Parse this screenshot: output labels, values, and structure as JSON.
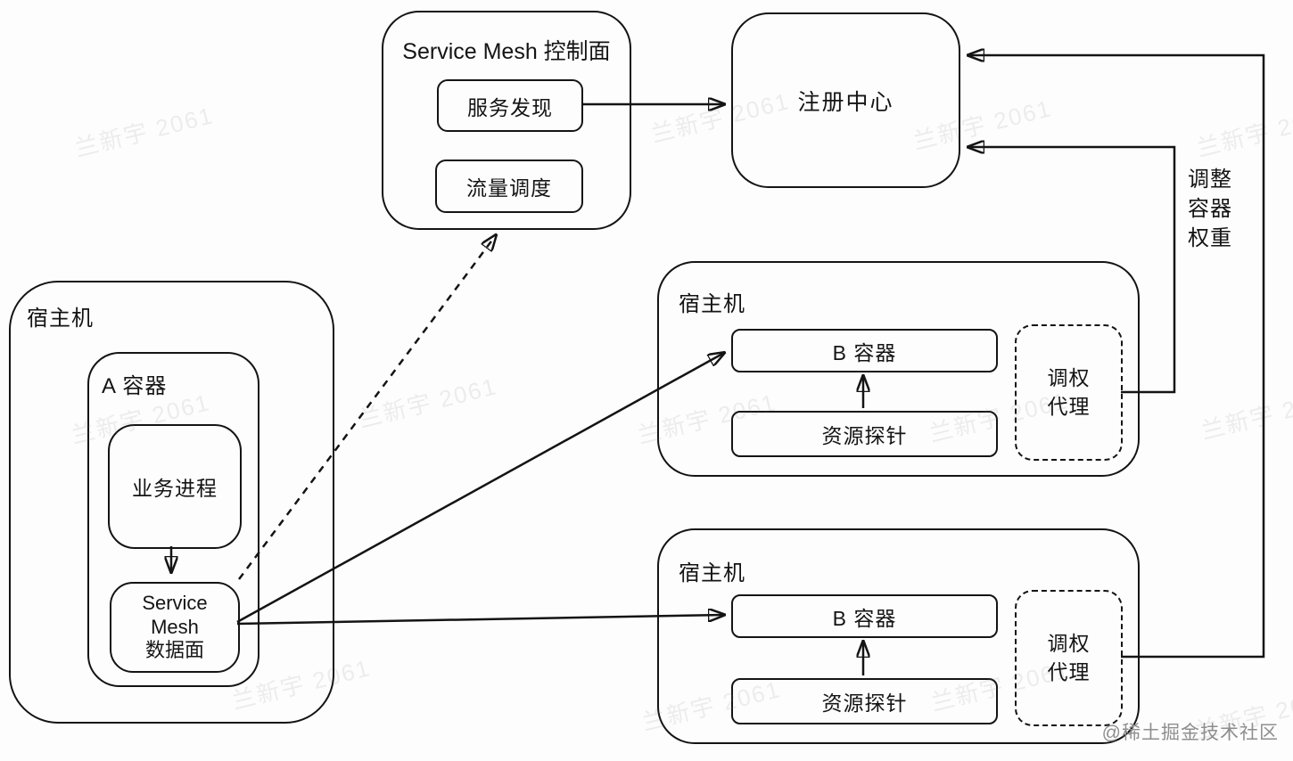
{
  "colors": {
    "background": "#fdfdfd",
    "line": "#141414",
    "watermark_text": "#e9e9e9",
    "credit_text": "#8e8e8e"
  },
  "watermark": {
    "text": "兰新宇 2061"
  },
  "credit": {
    "text": "@稀土掘金技术社区"
  },
  "control_plane": {
    "title": "Service Mesh 控制面",
    "service_discovery": "服务发现",
    "traffic_scheduling": "流量调度"
  },
  "registry": {
    "label": "注册中心"
  },
  "host_a": {
    "label": "宿主机",
    "container": {
      "label": "A 容器",
      "business_process": "业务进程",
      "data_plane": "Service\nMesh\n数据面"
    }
  },
  "host_b1": {
    "label": "宿主机",
    "container_b": "B 容器",
    "resource_probe": "资源探针",
    "weight_agent": "调权\n代理"
  },
  "host_b2": {
    "label": "宿主机",
    "container_b": "B 容器",
    "resource_probe": "资源探针",
    "weight_agent": "调权\n代理"
  },
  "annotations": {
    "adjust_weight": "调整\n容器\n权重"
  }
}
